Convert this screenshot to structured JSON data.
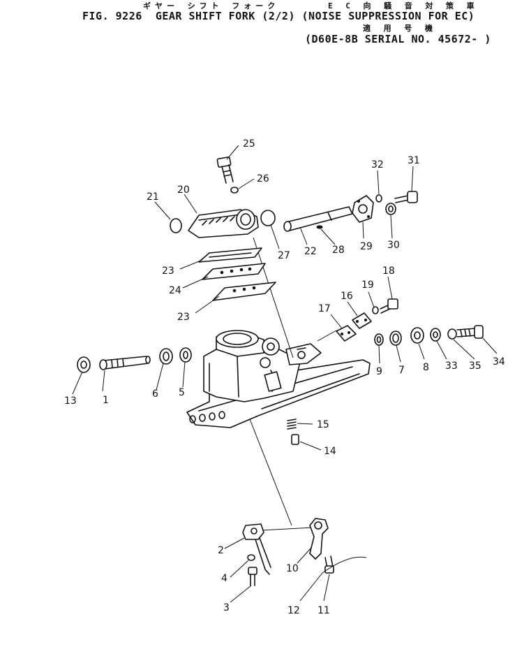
{
  "header": {
    "line1_jp": "ギヤー シフト フォーク",
    "line1_jp_right": "E C 向 騒 音 対 策 車",
    "line2": "FIG. 9226  GEAR SHIFT FORK (2/2) (NOISE SUPPRESSION FOR EC)",
    "line3_jp": "適 用 号 機",
    "line4": "(D60E-8B SERIAL NO. 45672- )"
  },
  "callouts": [
    {
      "id": "1",
      "text": "1"
    },
    {
      "id": "2",
      "text": "2"
    },
    {
      "id": "3",
      "text": "3"
    },
    {
      "id": "4",
      "text": "4"
    },
    {
      "id": "5",
      "text": "5"
    },
    {
      "id": "6",
      "text": "6"
    },
    {
      "id": "7",
      "text": "7"
    },
    {
      "id": "8",
      "text": "8"
    },
    {
      "id": "9",
      "text": "9"
    },
    {
      "id": "10",
      "text": "10"
    },
    {
      "id": "11",
      "text": "11"
    },
    {
      "id": "12",
      "text": "12"
    },
    {
      "id": "13",
      "text": "13"
    },
    {
      "id": "14",
      "text": "14"
    },
    {
      "id": "15",
      "text": "15"
    },
    {
      "id": "16",
      "text": "16"
    },
    {
      "id": "17",
      "text": "17"
    },
    {
      "id": "18",
      "text": "18"
    },
    {
      "id": "19",
      "text": "19"
    },
    {
      "id": "20",
      "text": "20"
    },
    {
      "id": "21",
      "text": "21"
    },
    {
      "id": "22",
      "text": "22"
    },
    {
      "id": "23a",
      "text": "23"
    },
    {
      "id": "23b",
      "text": "23"
    },
    {
      "id": "24",
      "text": "24"
    },
    {
      "id": "25",
      "text": "25"
    },
    {
      "id": "26",
      "text": "26"
    },
    {
      "id": "27",
      "text": "27"
    },
    {
      "id": "28",
      "text": "28"
    },
    {
      "id": "29",
      "text": "29"
    },
    {
      "id": "30",
      "text": "30"
    },
    {
      "id": "31",
      "text": "31"
    },
    {
      "id": "32",
      "text": "32"
    },
    {
      "id": "33",
      "text": "33"
    },
    {
      "id": "34",
      "text": "34"
    },
    {
      "id": "35",
      "text": "35"
    }
  ]
}
